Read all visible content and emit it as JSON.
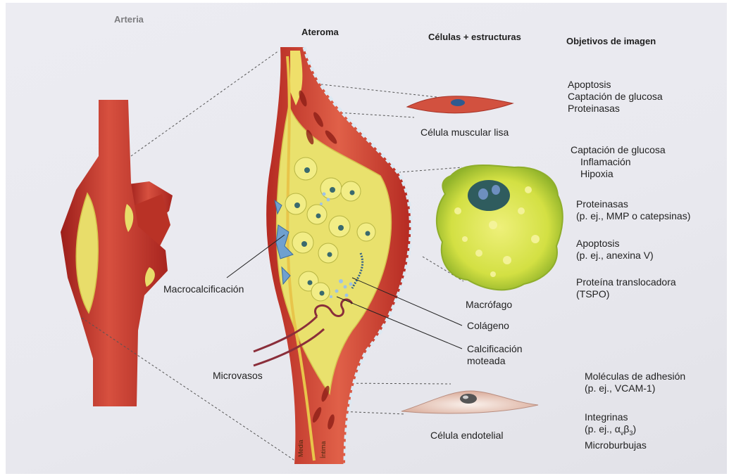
{
  "headers": {
    "arteria": "Arteria",
    "ateroma": "Ateroma",
    "celulas": "Células + estructuras",
    "objetivos": "Objetivos de imagen"
  },
  "labels": {
    "macrocalcificacion": "Macrocalcificación",
    "microvasos": "Microvasos",
    "colageno": "Colágeno",
    "calcificacion_1": "Calcificación",
    "calcificacion_2": "moteada",
    "macrofago": "Macrófago",
    "celula_muscular": "Célula muscular lisa",
    "celula_endotelial": "Célula endotelial",
    "media": "Media",
    "intima": "Íntima"
  },
  "targets": {
    "smooth_muscle": [
      "Apoptosis",
      "Captación de glucosa",
      "Proteinasas"
    ],
    "macrophage_a": [
      "Captación de glucosa",
      "Inflamación",
      "Hipoxia"
    ],
    "macrophage_b": [
      "Proteinasas",
      "(p. ej., MMP o catepsinas)"
    ],
    "macrophage_c": [
      "Apoptosis",
      "(p. ej., anexina V)"
    ],
    "macrophage_d": [
      "Proteína translocadora",
      "(TSPO)"
    ],
    "endothelial_a": [
      "Moléculas de adhesión",
      "(p. ej., VCAM-1)"
    ],
    "endothelial_b": [
      "Integrinas",
      "(p. ej., α",
      "β",
      ")",
      "Microburbujas"
    ],
    "subscripts": [
      "v",
      "3"
    ]
  },
  "colors": {
    "vessel_outer": "#b52a22",
    "vessel_mid": "#d5483a",
    "plaque": "#e6e070",
    "macrophage": "#b8cc2e",
    "nucleus": "#2c5a5e",
    "endothelial": "#e8c9bd"
  }
}
